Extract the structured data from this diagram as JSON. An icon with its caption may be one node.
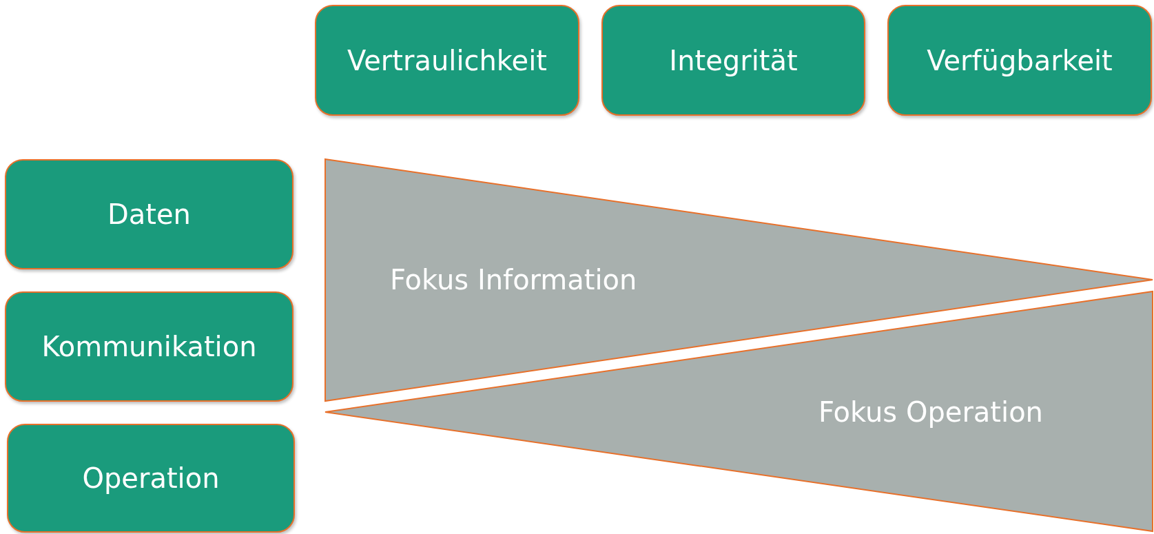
{
  "diagram": {
    "nodes": [
      {
        "text": [
          "Vertraulichkeit"
        ]
      },
      {
        "text": [
          "Integrität"
        ]
      },
      {
        "text": [
          "Verfügbarkeit"
        ]
      },
      {
        "text": [
          "Daten"
        ]
      },
      {
        "text": [
          "Kommunikation"
        ]
      },
      {
        "text": [
          "Operation"
        ]
      },
      {
        "text": [
          "Fokus Information"
        ]
      },
      {
        "text": [
          "Fokus Operation"
        ]
      }
    ]
  }
}
